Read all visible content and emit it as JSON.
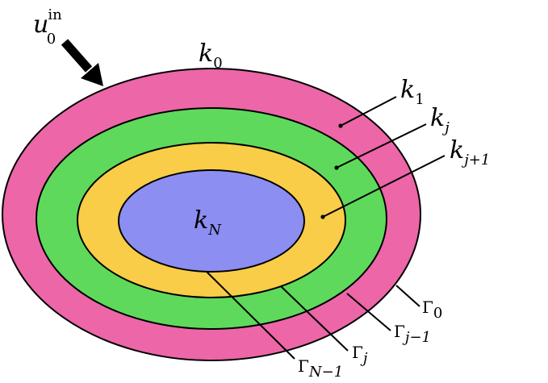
{
  "diagram": {
    "incident_field": {
      "base": "u",
      "sub": "0",
      "sup": "in"
    },
    "k0": {
      "base": "k",
      "sub": "0"
    },
    "k1": {
      "base": "k",
      "sub": "1"
    },
    "kj": {
      "base": "k",
      "sub": "j"
    },
    "kj1": {
      "base": "k",
      "sub": "j+1"
    },
    "kN": {
      "base": "k",
      "sub": "N"
    },
    "gamma0": {
      "base": "Γ",
      "sub": "0"
    },
    "gamma_jm1": {
      "base": "Γ",
      "sub": "j−1"
    },
    "gamma_j": {
      "base": "Γ",
      "sub": "j"
    },
    "gamma_Nm1": {
      "base": "Γ",
      "sub": "N−1"
    }
  },
  "colors": {
    "outer_layer": "#ec66a8",
    "layer_1": "#5fd95b",
    "layer_j": "#f9cd48",
    "core": "#8c8ef1",
    "stroke": "#000000"
  },
  "icons": {
    "incident_arrow": "arrow-down-right-icon"
  }
}
